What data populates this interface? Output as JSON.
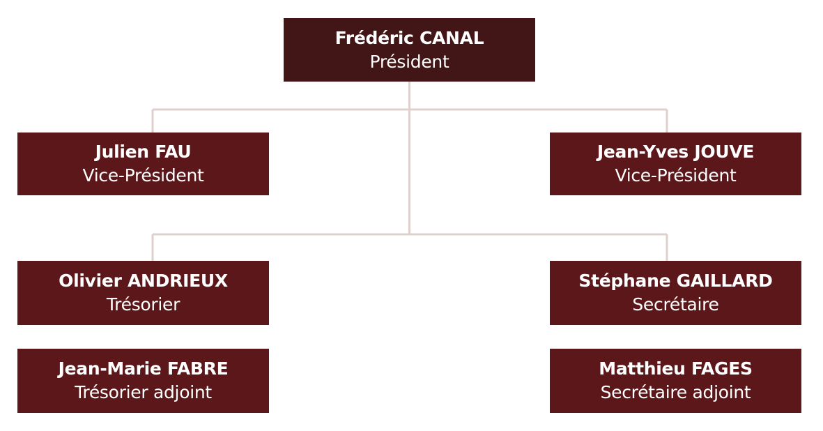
{
  "colors": {
    "top_box": "#421516",
    "box": "#5b1719",
    "connector": "#ddd0cd",
    "text": "#ffffff"
  },
  "org": {
    "president": {
      "name": "Frédéric CANAL",
      "role": "Président"
    },
    "vice_president_1": {
      "name": "Julien FAU",
      "role": "Vice-Président"
    },
    "vice_president_2": {
      "name": "Jean-Yves JOUVE",
      "role": "Vice-Président"
    },
    "treasurer": {
      "name": "Olivier ANDRIEUX",
      "role": "Trésorier"
    },
    "secretary": {
      "name": "Stéphane GAILLARD",
      "role": "Secrétaire"
    },
    "treasurer_adjoint": {
      "name": "Jean-Marie FABRE",
      "role": "Trésorier adjoint"
    },
    "secretary_adjoint": {
      "name": "Matthieu FAGES",
      "role": "Secrétaire adjoint"
    }
  }
}
